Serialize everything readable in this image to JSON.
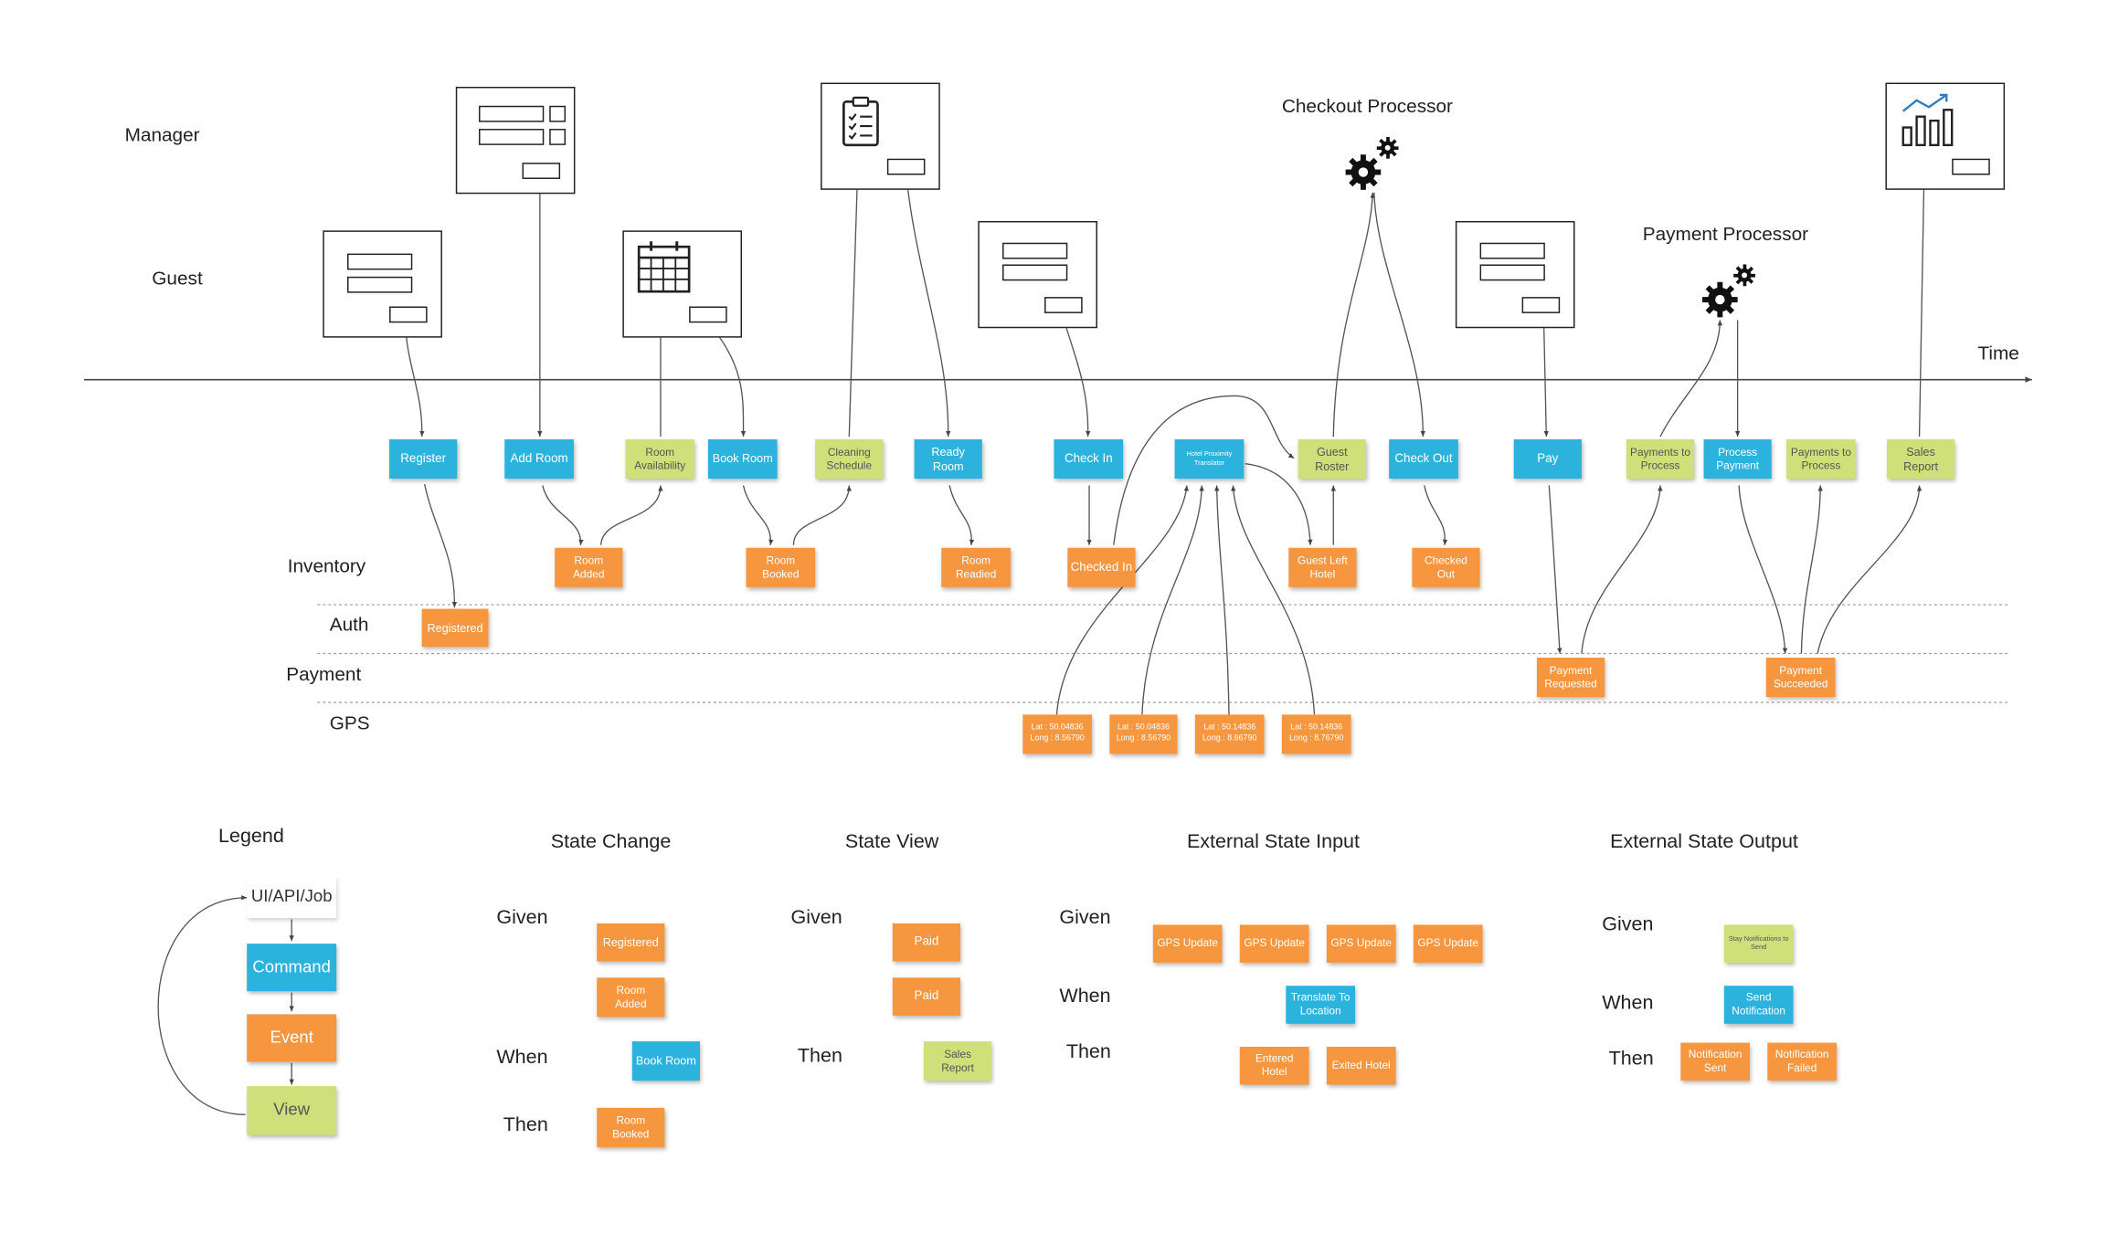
{
  "lanes": {
    "manager": "Manager",
    "guest": "Guest",
    "inventory": "Inventory",
    "auth": "Auth",
    "payment": "Payment",
    "gps": "GPS"
  },
  "actors": {
    "checkout_processor": "Checkout Processor",
    "payment_processor": "Payment Processor"
  },
  "timeline": {
    "label": "Time"
  },
  "timeline_notes": {
    "register": "Register",
    "add_room": "Add Room",
    "room_availability": "Room Availability",
    "book_room": "Book Room",
    "cleaning_schedule": "Cleaning Schedule",
    "ready_room": "Ready Room",
    "check_in": "Check In",
    "hotel_proximity_translator": "Hotel Proximity Translator",
    "guest_roster": "Guest Roster",
    "check_out": "Check Out",
    "pay": "Pay",
    "payments_to_process_1": "Payments to Process",
    "process_payment": "Process Payment",
    "payments_to_process_2": "Payments to Process",
    "sales_report": "Sales Report",
    "room_added": "Room Added",
    "room_booked": "Room Booked",
    "room_readied": "Room Readied",
    "checked_in": "Checked In",
    "guest_left_hotel": "Guest Left Hotel",
    "checked_out": "Checked Out",
    "registered": "Registered",
    "payment_requested": "Payment Requested",
    "payment_succeeded": "Payment Succeeded",
    "gps_1": "Lat : 50.04836 Long : 8.56790",
    "gps_2": "Lat : 50.04836 Long : 8.56790",
    "gps_3": "Lat : 50.14836 Long : 8.66790",
    "gps_4": "Lat : 50.14836 Long : 8.76790"
  },
  "legend": {
    "title": "Legend",
    "ui": "UI/API/Job",
    "command": "Command",
    "event": "Event",
    "view": "View"
  },
  "state_change": {
    "title": "State Change",
    "given": "Given",
    "when": "When",
    "then": "Then",
    "given_1": "Registered",
    "given_2": "Room Added",
    "when_1": "Book Room",
    "then_1": "Room Booked"
  },
  "state_view": {
    "title": "State View",
    "given": "Given",
    "then": "Then",
    "given_1": "Paid",
    "given_2": "Paid",
    "then_1": "Sales Report"
  },
  "external_state_input": {
    "title": "External State Input",
    "given": "Given",
    "when": "When",
    "then": "Then",
    "given_1": "GPS Update",
    "given_2": "GPS Update",
    "given_3": "GPS Update",
    "given_4": "GPS Update",
    "when_1": "Translate To Location",
    "then_1": "Entered Hotel",
    "then_2": "Exited Hotel"
  },
  "external_state_output": {
    "title": "External State Output",
    "given": "Given",
    "when": "When",
    "then": "Then",
    "given_1": "Stay Notifications to Send",
    "when_1": "Send Notification",
    "then_1": "Notification Sent",
    "then_2": "Notification Failed"
  },
  "colors": {
    "command": "#2bb3dd",
    "event": "#f6973f",
    "view": "#cfe07a",
    "line": "#555555"
  }
}
